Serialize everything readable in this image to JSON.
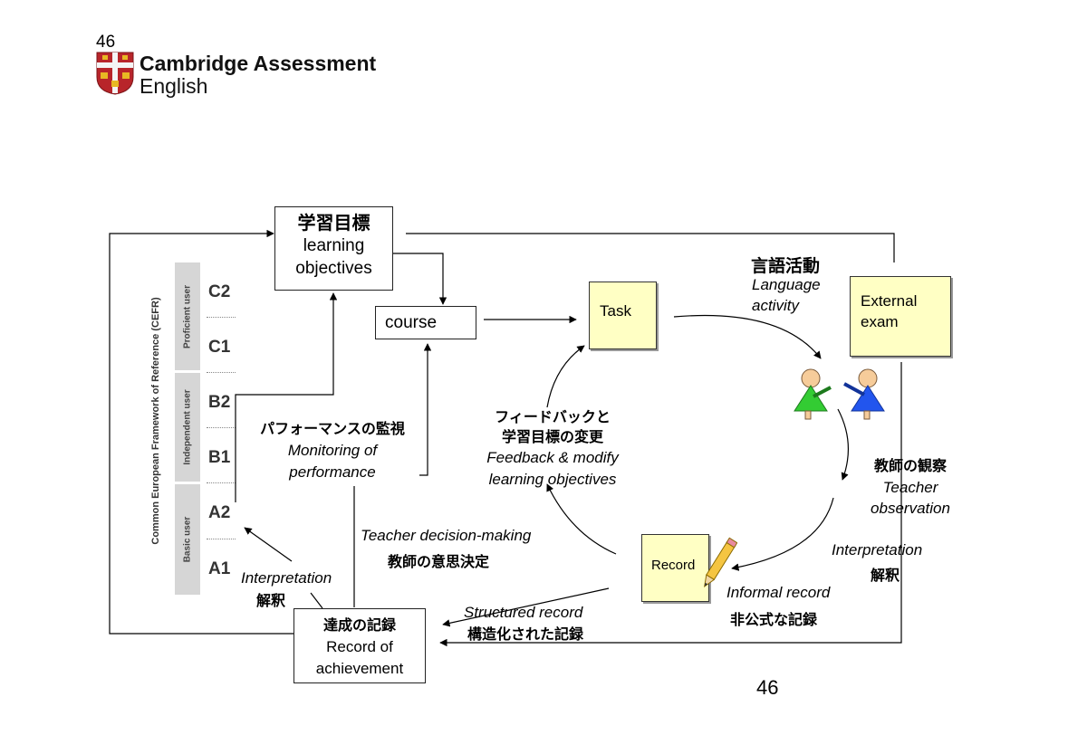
{
  "page_number_top": "46",
  "logo": {
    "line1": "Cambridge Assessment",
    "line2": "English",
    "crest": "cambridge-crest-icon"
  },
  "cefr": {
    "side_label": "Common European Framework of Reference (CEFR)",
    "groups": [
      "Proficient user",
      "Independent user",
      "Basic user"
    ],
    "levels": [
      "C2",
      "C1",
      "B2",
      "B1",
      "A2",
      "A1"
    ]
  },
  "nodes": {
    "objectives": {
      "jp": "学習目標",
      "en_1": "learning",
      "en_2": "objectives"
    },
    "course": {
      "label": "course"
    },
    "task": {
      "label": "Task"
    },
    "external": {
      "line1": "External",
      "line2": "exam"
    },
    "record": {
      "label": "Record"
    },
    "achievement": {
      "jp": "達成の記録",
      "en_1": "Record of",
      "en_2": "achievement"
    }
  },
  "labels": {
    "activity": {
      "jp": "言語活動",
      "en_1": "Language",
      "en_2": "activity"
    },
    "feedback": {
      "jp_1": "フィードバックと",
      "jp_2": "学習目標の変更",
      "en_1": "Feedback & modify",
      "en_2": "learning objectives"
    },
    "monitoring": {
      "jp": "パフォーマンスの監視",
      "en_1": "Monitoring of",
      "en_2": "performance"
    },
    "observation": {
      "jp": "教師の観察",
      "en_1": "Teacher",
      "en_2": "observation"
    },
    "decision": {
      "en": "Teacher decision-making",
      "jp": "教師の意思決定"
    },
    "interp_right": {
      "en": "Interpretation",
      "jp": "解釈"
    },
    "interp_left": {
      "en": "Interpretation",
      "jp": "解釈"
    },
    "informal": {
      "en": "Informal record",
      "jp": "非公式な記録"
    },
    "structured": {
      "en": "Structured record",
      "jp": "構造化された記録"
    }
  },
  "page_number_bottom": "46",
  "colors": {
    "note": "#ffffc4",
    "cefr_band": "#d6d6d6",
    "figure_green": "#33cc33",
    "figure_blue": "#2255ee"
  }
}
